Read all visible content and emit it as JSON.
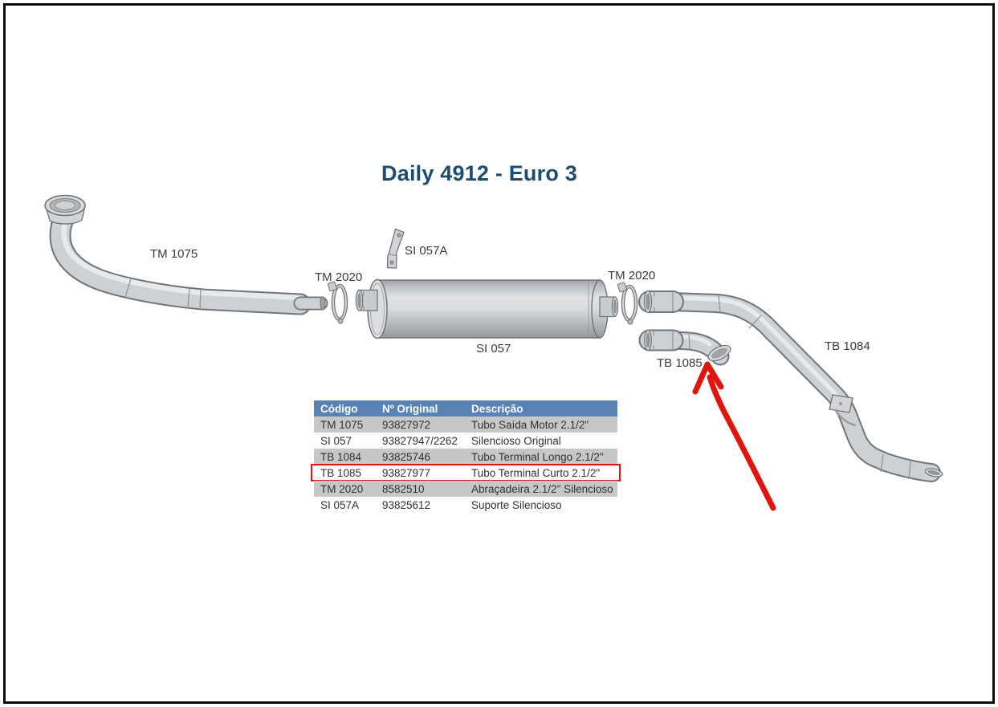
{
  "page": {
    "title": "Daily 4912 - Euro 3"
  },
  "diagram": {
    "labels": {
      "tm1075": "TM 1075",
      "tm2020_left": "TM 2020",
      "si057a": "SI 057A",
      "tm2020_right": "TM 2020",
      "si057": "SI 057",
      "tb1084": "TB 1084",
      "tb1085": "TB 1085"
    },
    "icons": {
      "highlight_arrow": "red-curved-arrow-pointing-to-TB-1085"
    }
  },
  "table": {
    "headers": [
      "Código",
      "Nº Original",
      "Descrição"
    ],
    "rows": [
      {
        "codigo": "TM 1075",
        "original": "93827972",
        "descricao": "Tubo Saída Motor 2.1/2\""
      },
      {
        "codigo": "SI 057",
        "original": "93827947/2262",
        "descricao": "Silencioso Original"
      },
      {
        "codigo": "TB 1084",
        "original": "93825746",
        "descricao": "Tubo Terminal Longo 2.1/2\""
      },
      {
        "codigo": "TB 1085",
        "original": "93827977",
        "descricao": "Tubo Terminal Curto 2.1/2\""
      },
      {
        "codigo": "TM 2020",
        "original": "8582510",
        "descricao": "Abraçadeira 2.1/2\" Silencioso"
      },
      {
        "codigo": "SI 057A",
        "original": "93825612",
        "descricao": "Suporte Silencioso"
      }
    ],
    "highlighted_row_codigo": "TB 1085"
  },
  "colors": {
    "title_blue": "#1c4c70",
    "header_blue": "#5b82b5",
    "row_gray": "#c7c7c7",
    "highlight_red": "#e2140e",
    "label_text": "#3a3a3a"
  }
}
